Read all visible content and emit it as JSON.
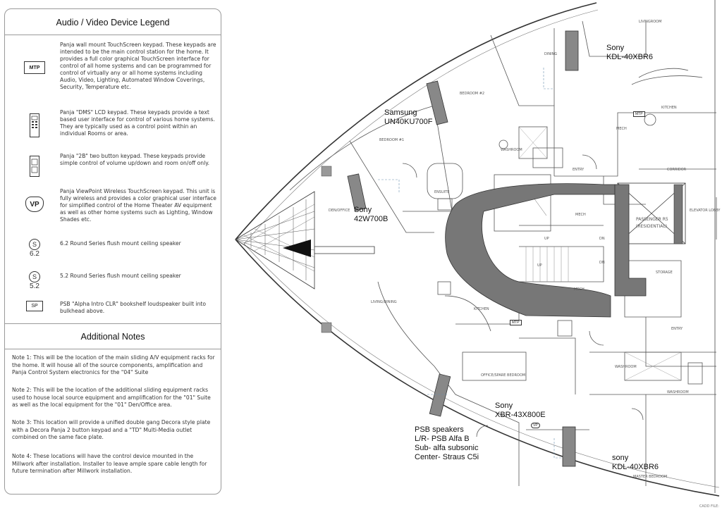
{
  "legend": {
    "title": "Audio / Video Device Legend",
    "items": [
      {
        "symbol": "MTP",
        "text": "Panja wall mount TouchScreen keypad. These keypads are intended to be the main control station for the home. It provides a full color graphical TouchScreen interface for control of all home systems and can be programmed for control of virtually any or all home systems including Audio, Video, Lighting, Automated Window Coverings, Security, Temperature etc."
      },
      {
        "symbol": "",
        "text": "Panja \"DMS\" LCD keypad. These keypads provide a text based user interface for control of various home systems. They are typically used as a control point within an individual Rooms or area."
      },
      {
        "symbol": "",
        "text": "Panja \"2B\" two button keypad. These keypads provide simple control of volume up/down and room on/off only."
      },
      {
        "symbol": "VP",
        "text": "Panja ViewPoint Wireless TouchScreen keypad. This unit is fully wireless and provides a color graphical user interface for simplified control of the Home Theater AV equipment as well as other home systems such as Lighting, Window Shades etc."
      },
      {
        "symbol": "S",
        "sub": "6.2",
        "text": "6.2 Round Series flush mount ceiling speaker"
      },
      {
        "symbol": "S",
        "sub": "5.2",
        "text": "5.2 Round Series flush mount ceiling speaker"
      },
      {
        "symbol": "SP",
        "text": "PSB \"Alpha Intro CLR\" bookshelf loudspeaker built into bulkhead above."
      }
    ]
  },
  "notes": {
    "title": "Additional Notes",
    "items": [
      "Note 1: This will be the location of the main sliding A/V equipment racks for the home. It will house all of the source components, amplification and Panja Control System electronics for the \"04\" Suite",
      "Note 2: This will be the location of the additional sliding equipment racks used to house local source equipment and amplification for the \"01\" Suite as well as the local equipment for the \"01\" Den/Office area.",
      "Note 3: This location will provide a unified double gang Decora style plate with a Decora Panja 2 button keypad and a \"TD\" Multi-Media outlet combined on the same face plate.",
      "Note 4: These locations will have the control device mounted in the Millwork after installation. Installer to leave ample spare cable length for future termination after Millwork installation."
    ]
  },
  "plan": {
    "tvs": [
      {
        "brand": "Sony",
        "model": "KDL-40XBR6"
      },
      {
        "brand": "Samsung",
        "model": "UN40KU700F"
      },
      {
        "brand": "Sony",
        "model": "42W700B"
      },
      {
        "brand": "Sony",
        "model": "XBR-43X800E"
      },
      {
        "brand": "sony",
        "model": "KDL-40XBR6"
      }
    ],
    "speakers": {
      "line1": "PSB speakers",
      "line2": "L/R- PSB Alfa B",
      "line3": "Sub- alfa subsonic",
      "line4": "Center- Straus C5i"
    },
    "rooms": {
      "living_room": "LIVINGROOM",
      "dining": "DINING",
      "bedroom2": "BEDROOM #2",
      "bedroom1": "BEDROOM #1",
      "washroom": "WASHROOM",
      "ensuite": "ENSUITE",
      "den": "DEN/OFFICE",
      "kitchen_top": "KITCHEN",
      "entry_top": "ENTRY",
      "corridor": "CORRIDOR",
      "mech1": "MECH",
      "mech2": "MECH",
      "mech3": "MECH",
      "passenger": "PASSENGER R5",
      "residential": "(RESIDENTIAL)",
      "elevator": "ELEVATOR LOBBY",
      "up1": "UP",
      "up2": "UP",
      "dn1": "DN",
      "dn2": "DN",
      "living_dining": "LIVING/DINING",
      "kitchen_bottom": "KITCHEN",
      "storage": "STORAGE",
      "entry_bottom": "ENTRY",
      "washroom2": "WASHROOM",
      "office": "OFFICE/SPARE BEDROOM",
      "washroom3": "WASHROOM",
      "master": "MASTER BEDROOM",
      "mtp1": "MTP",
      "mtp2": "MTP",
      "vp": "VP"
    },
    "footer": "CADD FILE:"
  }
}
